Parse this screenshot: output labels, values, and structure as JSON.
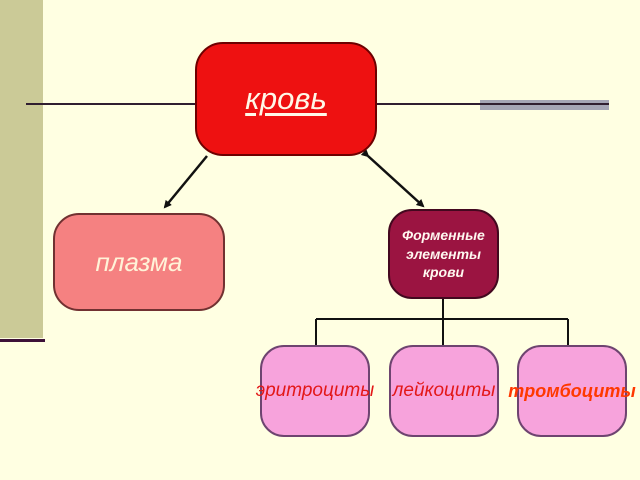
{
  "slide": {
    "background_color": "#FFFFE2",
    "accent_bar_color": "#CBCA97",
    "accent_underline_color": "#3D1138",
    "rule_color": "#301E30",
    "gray_segment_color": "#A5A5B5",
    "arrow_color": "#111111",
    "diagram": {
      "root": {
        "label": "кровь",
        "fill": "#EE1111",
        "text_color": "#FFF8E8",
        "underlined": "true"
      },
      "plasma": {
        "label": "плазма",
        "fill": "#F58181",
        "text_color": "#FFF3D8"
      },
      "formed_elements": {
        "label": "Форменные элементы крови",
        "fill": "#9B1441",
        "text_color": "#FFF8F0"
      },
      "erythrocytes": {
        "label": "эритроциты",
        "fill": "#F7A3DC",
        "text_color": "#E31818"
      },
      "leukocytes": {
        "label": "лейкоциты",
        "fill": "#F7A3DC",
        "text_color": "#E31818"
      },
      "platelets": {
        "label": "тромбоциты",
        "fill": "#F7A3DC",
        "text_color": "#FF3800"
      }
    }
  }
}
